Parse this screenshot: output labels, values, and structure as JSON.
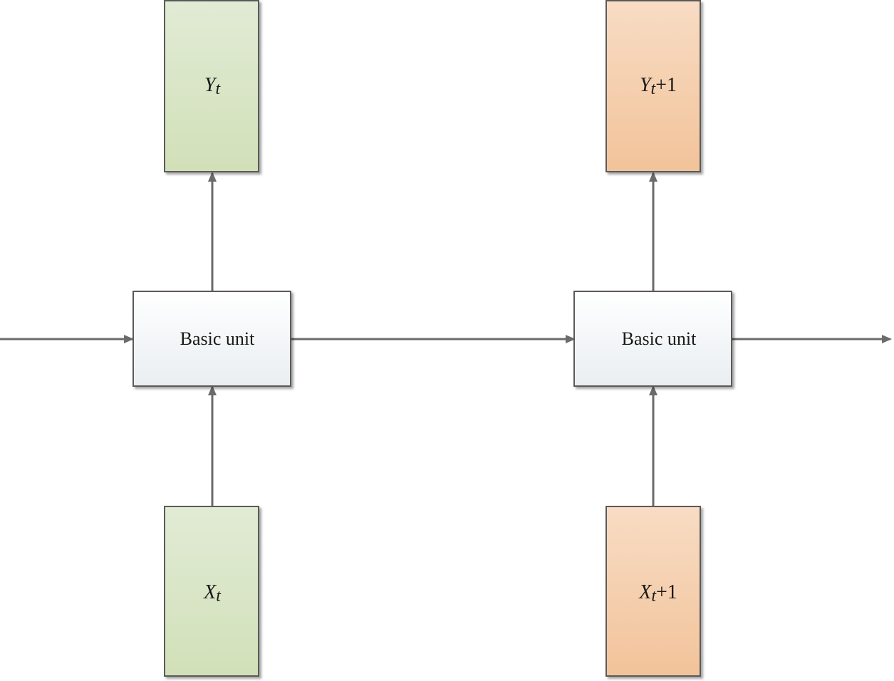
{
  "units": [
    {
      "label": "Basic unit"
    },
    {
      "label": "Basic unit"
    }
  ],
  "outputs": [
    {
      "var": "Y",
      "sub": "t",
      "suffix": ""
    },
    {
      "var": "Y",
      "sub": "t",
      "suffix": "+1"
    }
  ],
  "inputs": [
    {
      "var": "X",
      "sub": "t",
      "suffix": ""
    },
    {
      "var": "X",
      "sub": "t",
      "suffix": "+1"
    }
  ],
  "colors": {
    "green_top": "#e1ebd5",
    "green_bottom": "#d2e0b8",
    "orange_top": "#f8dcc4",
    "orange_bottom": "#f2c39a",
    "box_stroke": "#5a5a5a",
    "arrow": "#6b6b6b"
  }
}
